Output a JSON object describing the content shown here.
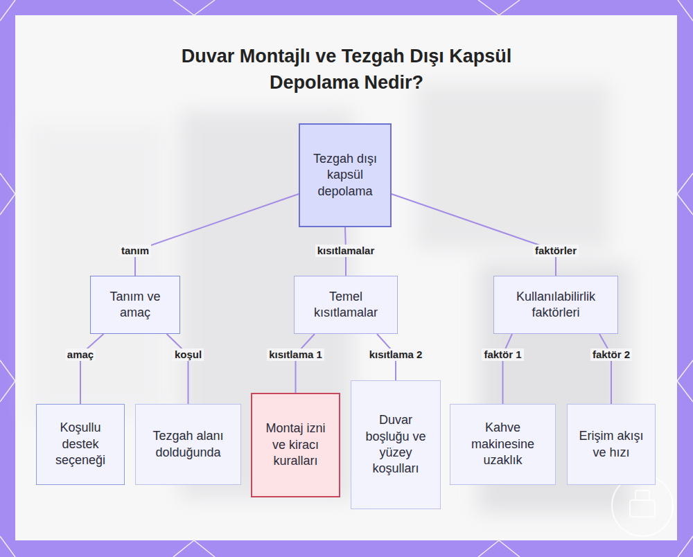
{
  "diagram": {
    "title": "Duvar Montajlı ve Tezgah Dışı Kapsül Depolama Nedir?",
    "nodes": [
      {
        "text": [
          "Tezgah dışı kapsül depolama"
        ]
      },
      {
        "text": [
          "Tanım ve amaç"
        ]
      },
      {
        "text": [
          "Temel kısıtlamalar"
        ]
      },
      {
        "text": [
          "Kullanılabilirlik faktörleri"
        ]
      },
      {
        "text": [
          "Koşullu destek seçeneği"
        ]
      },
      {
        "text": [
          "Tezgah alanı dolduğunda"
        ]
      },
      {
        "text": [
          "Montaj izni ve kiracı kuralları"
        ]
      },
      {
        "text": [
          "Duvar boşluğu ve yüzey koşulları"
        ]
      },
      {
        "text": [
          "Kahve makinesine uzaklık"
        ]
      },
      {
        "text": [
          "Erişim akışı ve hızı"
        ]
      }
    ],
    "edges": [
      {
        "from": 0,
        "to": 1,
        "label": "tanım",
        "arrow": "none"
      },
      {
        "from": 0,
        "to": 2,
        "label": "kısıtlamalar",
        "arrow": "none"
      },
      {
        "from": 0,
        "to": 3,
        "label": "faktörler",
        "arrow": "none"
      },
      {
        "from": 1,
        "to": 4,
        "label": "amaç",
        "arrow": "none"
      },
      {
        "from": 1,
        "to": 5,
        "label": "koşul",
        "arrow": "none"
      },
      {
        "from": 2,
        "to": 6,
        "label": "kısıtlama 1",
        "arrow": "none"
      },
      {
        "from": 2,
        "to": 7,
        "label": "kısıtlama 2",
        "arrow": "none"
      },
      {
        "from": 3,
        "to": 8,
        "label": "faktör 1",
        "arrow": "none"
      },
      {
        "from": 3,
        "to": 9,
        "label": "faktör 2",
        "arrow": "none"
      }
    ]
  }
}
